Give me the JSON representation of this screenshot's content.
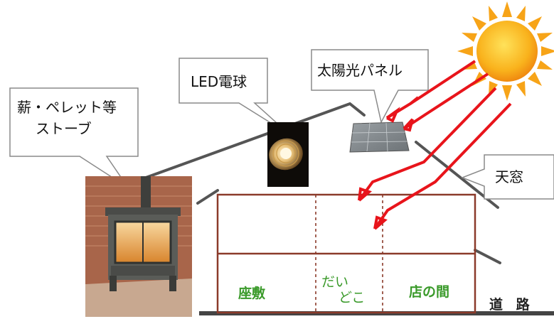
{
  "callouts": {
    "stove": [
      "薪・ペレット等",
      "ストーブ"
    ],
    "led": "LED電球",
    "solar": "太陽光パネル",
    "skylight": "天窓"
  },
  "rooms": {
    "zashiki": "座敷",
    "daidoko_line1": "だい",
    "daidoko_line2": "どこ",
    "misenoma": "店の間"
  },
  "road": "道 路",
  "icons": [
    "sun-icon",
    "wood-stove-image",
    "led-bulb-image",
    "solar-panel-image",
    "sunlight-arrow-icon"
  ],
  "colors": {
    "house_frame": "#8b3a2a",
    "room_text": "#3a9a2a",
    "sun_ray": "#e8141b",
    "sun": "#f7a418",
    "roof": "#555555",
    "ground": "#444444"
  }
}
